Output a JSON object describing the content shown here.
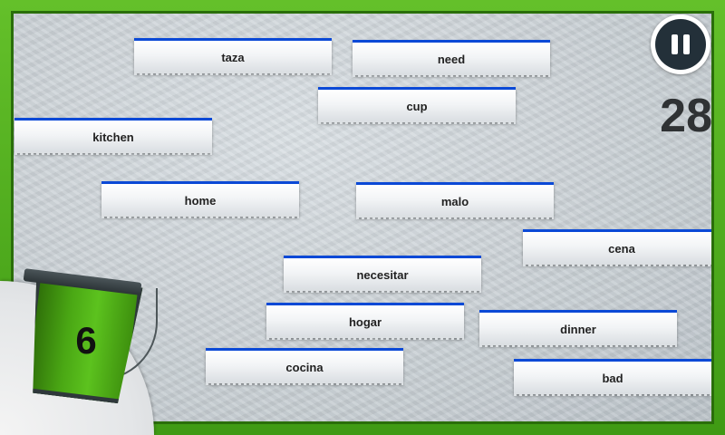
{
  "cards": [
    {
      "label": "taza"
    },
    {
      "label": "need"
    },
    {
      "label": "cup"
    },
    {
      "label": "kitchen"
    },
    {
      "label": "home"
    },
    {
      "label": "malo"
    },
    {
      "label": "cena"
    },
    {
      "label": "necesitar"
    },
    {
      "label": "hogar"
    },
    {
      "label": "dinner"
    },
    {
      "label": "cocina"
    },
    {
      "label": "bad"
    }
  ],
  "timer": {
    "value": "28"
  },
  "bucket": {
    "count": "6"
  },
  "icons": {
    "pause": "pause-icon",
    "bucket": "bucket-icon"
  },
  "colors": {
    "card_accent": "#0b49d6",
    "frame": "#4aa714",
    "pause_bg": "#233039"
  }
}
